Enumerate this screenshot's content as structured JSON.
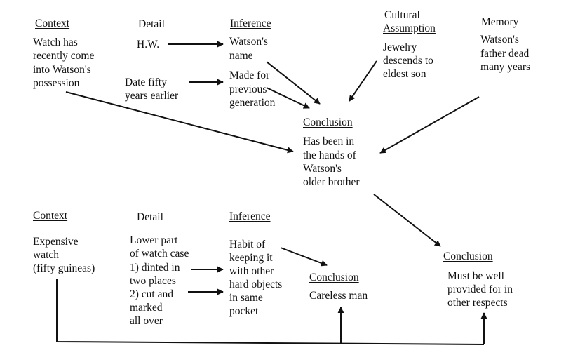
{
  "top": {
    "context": {
      "heading": "Context",
      "lines": [
        "Watch has",
        "recently come",
        "into Watson's",
        "possession"
      ]
    },
    "detail": {
      "heading": "Detail",
      "item1": [
        "H.W."
      ],
      "item2": [
        "Date fifty",
        "years earlier"
      ]
    },
    "inference": {
      "heading": "Inference",
      "item1": [
        "Watson's",
        "name"
      ],
      "item2": [
        "Made for",
        "previous",
        "generation"
      ]
    },
    "cultural": {
      "heading": "Cultural",
      "heading2": "Assumption",
      "lines": [
        "Jewelry",
        "descends to",
        "eldest son"
      ]
    },
    "memory": {
      "heading": "Memory",
      "lines": [
        "Watson's",
        "father dead",
        "many years"
      ]
    },
    "conclusion": {
      "heading": "Conclusion",
      "lines": [
        "Has been in",
        "the hands of",
        "Watson's",
        "older brother"
      ]
    }
  },
  "bottom": {
    "context": {
      "heading": "Context",
      "lines": [
        "Expensive",
        "watch",
        "(fifty guineas)"
      ]
    },
    "detail": {
      "heading": "Detail",
      "lines": [
        "Lower part",
        "of watch case",
        "1) dinted in",
        "    two places",
        "2) cut and",
        "     marked",
        "     all over"
      ]
    },
    "inference": {
      "heading": "Inference",
      "lines": [
        "Habit of",
        "keeping it",
        "with other",
        "hard objects",
        "in same",
        "pocket"
      ]
    },
    "conclusion": {
      "heading": "Conclusion",
      "lines": [
        "Careless man"
      ]
    }
  },
  "final": {
    "heading": "Conclusion",
    "lines": [
      "Must be well",
      "provided for in",
      "other respects"
    ]
  },
  "colors": {
    "ink": "#111111",
    "background": "#ffffff"
  }
}
